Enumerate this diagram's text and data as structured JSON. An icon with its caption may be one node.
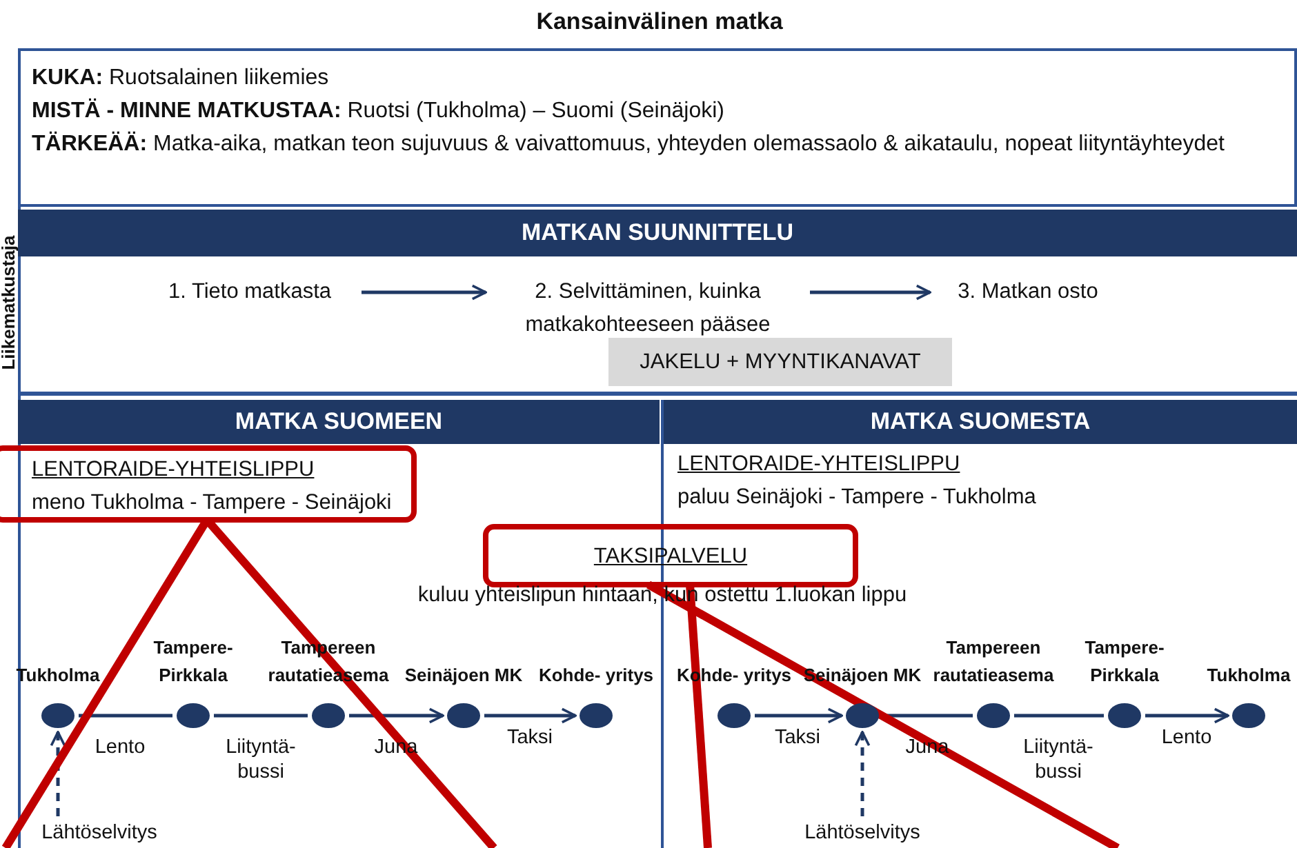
{
  "diagram": {
    "title": "Kansainvälinen matka",
    "nodes": [
      {
        "text": [
          "**KUKA:** Ruotsalainen liikemies",
          "**MISTÄ - MINNE MATKUSTAA:** Ruotsi (Tukholma) – Suomi (Seinäjoki)",
          "**TÄRKEÄÄ:** Matka-aika, matkan teon sujuvuus & vaivattomuus, yhteyden olemassaolo & aikataulu, nopeat liityntäyhteydet"
        ]
      },
      {
        "text": [
          "MATKAN SUUNNITTELU"
        ]
      },
      {
        "text": [
          "1. Tieto matkasta"
        ]
      },
      {
        "text": [
          "2. Selvittäminen, kuinka matkakohteeseen pääsee"
        ]
      },
      {
        "text": [
          "3. Matkan osto"
        ]
      },
      {
        "text": [
          "JAKELU + MYYNTIKANAVAT"
        ]
      },
      {
        "text": [
          "MATKA SUOMEEN"
        ]
      },
      {
        "text": [
          "MATKA SUOMESTA"
        ]
      },
      {
        "text": [
          "LENTORAIDE-YHTEISLIPPU",
          "meno Tukholma - Tampere - Seinäjoki"
        ]
      },
      {
        "text": [
          "LENTORAIDE-YHTEISLIPPU",
          "paluu Seinäjoki - Tampere - Tukholma"
        ]
      },
      {
        "text": [
          "TAKSIPALVELU"
        ],
        "beside": [
          "kuluu yhteislipun hintaan, kun ostettu 1.luokan lippu"
        ]
      },
      {
        "text": [
          "Tukholma"
        ]
      },
      {
        "text": [
          "Tampere- Pirkkala"
        ]
      },
      {
        "text": [
          "Tampereen rautatieasema"
        ]
      },
      {
        "text": [
          "Seinäjoen MK"
        ]
      },
      {
        "text": [
          "Kohde- yritys"
        ]
      },
      {
        "text": [
          "Lähtöselvitys"
        ]
      },
      {
        "text": [
          "Kohde- yritys"
        ]
      },
      {
        "text": [
          "Seinäjoen MK"
        ]
      },
      {
        "text": [
          "Tampereen rautatieasema"
        ]
      },
      {
        "text": [
          "Tampere- Pirkkala"
        ]
      },
      {
        "text": [
          "Tukholma"
        ]
      },
      {
        "text": [
          "Lähtöselvitys"
        ]
      }
    ],
    "edges": [
      {
        "from": 2,
        "to": 3,
        "arrow": "to"
      },
      {
        "from": 3,
        "to": 4,
        "arrow": "to"
      },
      {
        "from": 11,
        "to": 12,
        "arrow": "none",
        "label": "Lento"
      },
      {
        "from": 12,
        "to": 13,
        "arrow": "none",
        "label": "Liityntä- bussi"
      },
      {
        "from": 13,
        "to": 14,
        "arrow": "to",
        "label": "Juna"
      },
      {
        "from": 14,
        "to": 15,
        "arrow": "to",
        "label": "Taksi"
      },
      {
        "from": 16,
        "to": 11,
        "arrow": "to",
        "style": "dashed"
      },
      {
        "from": 17,
        "to": 18,
        "arrow": "to",
        "label": "Taksi"
      },
      {
        "from": 18,
        "to": 19,
        "arrow": "none",
        "label": "Juna"
      },
      {
        "from": 19,
        "to": 20,
        "arrow": "none",
        "label": "Liityntä- bussi"
      },
      {
        "from": 20,
        "to": 21,
        "arrow": "to",
        "label": "Lento"
      },
      {
        "from": 22,
        "to": 18,
        "arrow": "to",
        "style": "dashed"
      },
      {
        "from": 8,
        "to": null,
        "arrow": "none",
        "style": "thick",
        "color": "#c00000"
      },
      {
        "from": 8,
        "to": null,
        "arrow": "none",
        "style": "thick",
        "color": "#c00000"
      },
      {
        "from": 10,
        "to": null,
        "arrow": "none",
        "style": "thick",
        "color": "#c00000"
      },
      {
        "from": 10,
        "to": null,
        "arrow": "none",
        "style": "thick",
        "color": "#c00000"
      }
    ],
    "labels": [
      "Liikematkustaja"
    ]
  }
}
